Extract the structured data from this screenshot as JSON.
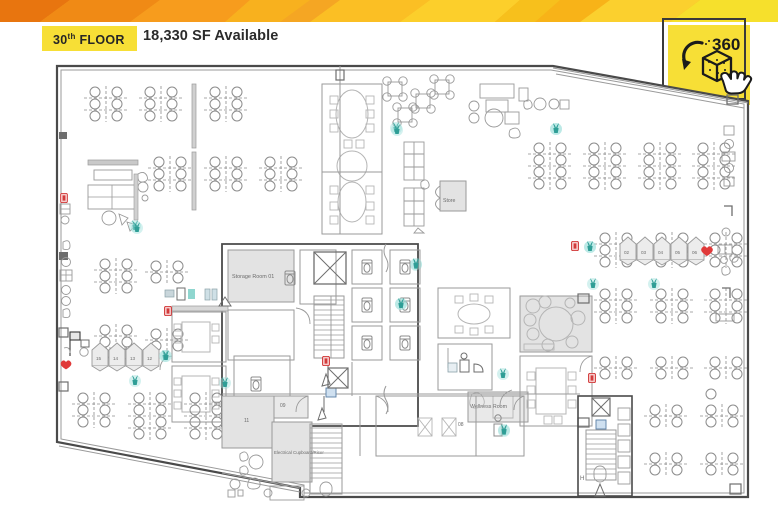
{
  "header": {
    "floor_badge": "30",
    "floor_badge_sup": "th",
    "floor_badge_suffix": " FLOOR",
    "availability": "18,330 SF Available",
    "badge_color": "#f7df36"
  },
  "view360": {
    "label": "360",
    "name": "360 virtual tour button",
    "accent": "#f7df36"
  },
  "plan": {
    "rooms": [
      {
        "id": "storage-room-01",
        "label": "Storage Room 01"
      },
      {
        "id": "wellness-room",
        "label": "Wellness Room"
      },
      {
        "id": "store",
        "label": "Store"
      },
      {
        "id": "electrical",
        "label": "Electrical Cupboard/Riser"
      },
      {
        "id": "room-11",
        "label": "11"
      },
      {
        "id": "room-09",
        "label": "09"
      },
      {
        "id": "room-08",
        "label": "08"
      }
    ],
    "phone_booths_right": [
      "02",
      "03",
      "04",
      "05",
      "06"
    ],
    "phone_booths_left": [
      "15",
      "14",
      "13",
      "12"
    ],
    "colors": {
      "wall": "#4a4a4a",
      "thin": "#9a9a9a",
      "furniture": "#b9b9b9",
      "fill_light": "#e3e3e3",
      "plant": "#59c4bd",
      "fire": "#e03a3a",
      "heart": "#e03a3a",
      "label_text": "#6b6b6b"
    }
  }
}
